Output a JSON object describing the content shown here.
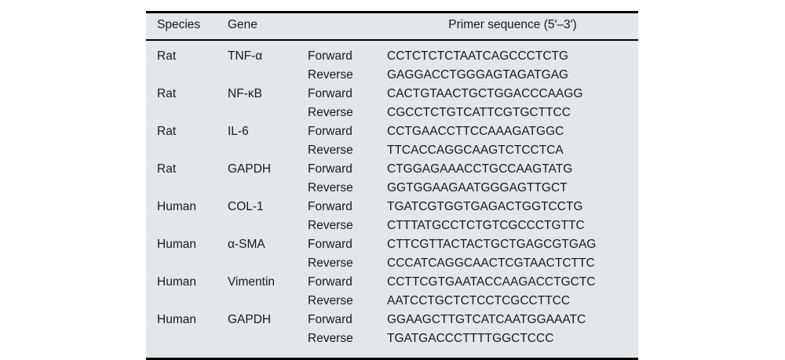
{
  "table": {
    "columns": [
      {
        "key": "species",
        "label": "Species"
      },
      {
        "key": "gene",
        "label": "Gene"
      },
      {
        "key": "direction",
        "label": ""
      },
      {
        "key": "sequence",
        "label": "Primer sequence (5′–3′)"
      }
    ],
    "direction_labels": {
      "forward": "Forward",
      "reverse": "Reverse"
    },
    "rows": [
      {
        "species": "Rat",
        "gene": "TNF-α",
        "forward": "CCTCTCTCTAATCAGCCCTCTG",
        "reverse": "GAGGACCTGGGAGTAGATGAG"
      },
      {
        "species": "Rat",
        "gene": "NF-κB",
        "forward": "CACTGTAACTGCTGGACCCAAGG",
        "reverse": "CGCCTCTGTCATTCGTGCTTCC"
      },
      {
        "species": "Rat",
        "gene": "IL-6",
        "forward": "CCTGAACCTTCCAAAGATGGC",
        "reverse": "TTCACCAGGCAAGTCTCCTCA"
      },
      {
        "species": "Rat",
        "gene": "GAPDH",
        "forward": "CTGGAGAAACCTGCCAAGTATG",
        "reverse": "GGTGGAAGAATGGGAGTTGCT"
      },
      {
        "species": "Human",
        "gene": "COL-1",
        "forward": "TGATCGTGGTGAGACTGGTCCTG",
        "reverse": "CTTTATGCCTCTGTCGCCCTGTTC"
      },
      {
        "species": "Human",
        "gene": "α-SMA",
        "forward": "CTTCGTTACTACTGCTGAGCGTGAG",
        "reverse": "CCCATCAGGCAACTCGTAACTCTTC"
      },
      {
        "species": "Human",
        "gene": "Vimentin",
        "forward": "CCTTCGTGAATACCAAGACCTGCTC",
        "reverse": "AATCCTGCTCTCCTCGCCTTCC"
      },
      {
        "species": "Human",
        "gene": "GAPDH",
        "forward": "GGAAGCTTGTCATCAATGGAAATC",
        "reverse": "TGATGACCCTTTTGGCTCCC"
      }
    ]
  },
  "colors": {
    "table_background": "#e2e7e9",
    "page_background": "#ffffff",
    "rule": "#000000",
    "text": "#1a1a1a"
  }
}
